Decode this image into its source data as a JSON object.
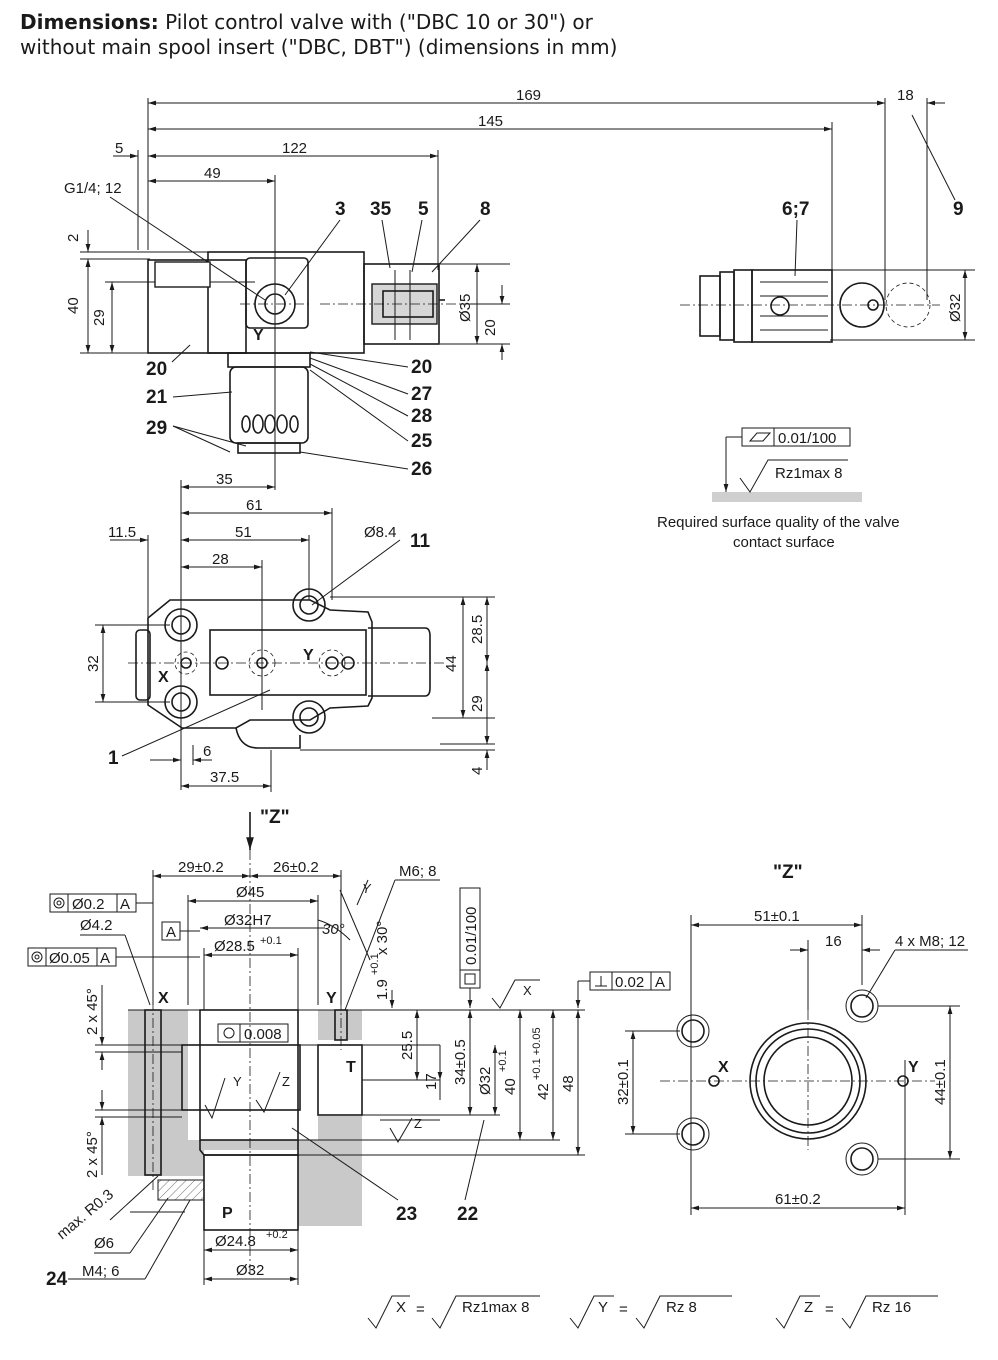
{
  "heading": {
    "bold": "Dimensions:",
    "line1": " Pilot control valve with (\"DBC 10 or 30\") or",
    "line2": "without main spool insert (\"DBC, DBT\") (dimensions in mm)"
  },
  "top_view": {
    "dims": {
      "d169": "169",
      "d145": "145",
      "d18": "18",
      "d5": "5",
      "d122": "122",
      "d49": "49",
      "g14": "G1/4; 12",
      "d2": "2",
      "d40": "40",
      "d29": "29",
      "d35": "Ø35",
      "d20": "20",
      "d32": "Ø32"
    },
    "callouts": {
      "c3": "3",
      "c35": "35",
      "c5": "5",
      "c8": "8",
      "c67": "6;7",
      "c9": "9",
      "c20a": "20",
      "c20b": "20",
      "c21": "21",
      "c27": "27",
      "c28": "28",
      "c29": "29",
      "c25": "25",
      "c26": "26",
      "y": "Y"
    }
  },
  "surface": {
    "flatness": "0.01/100",
    "roughness": "Rz1max 8",
    "caption1": "Required surface quality of the valve",
    "caption2": "contact surface"
  },
  "plan_view": {
    "dims": {
      "d35": "35",
      "d61": "61",
      "d115": "11.5",
      "d51": "51",
      "d84": "Ø8.4",
      "d28": "28",
      "d32": "32",
      "d285": "28.5",
      "d44": "44",
      "d29": "29",
      "d6": "6",
      "d375": "37.5",
      "d4": "4"
    },
    "callouts": {
      "c11": "11",
      "c1": "1",
      "x": "X",
      "y": "Y"
    }
  },
  "section": {
    "z_marker": "\"Z\"",
    "dims": {
      "d29": "29±0.2",
      "d26": "26±0.2",
      "d45": "Ø45",
      "m68": "M6; 8",
      "tol02": "Ø0.2",
      "datA": "A",
      "d42": "Ø4.2",
      "d32h7": "Ø32H7",
      "d285": "Ø28.5",
      "tol01": "+0.1",
      "tol005": "Ø0.05",
      "a30": "30°",
      "d19": "1.9",
      "d19t": "+0.1",
      "d19x": "x 30°",
      "flat": "0.01/100",
      "perp": "0.02",
      "circ": "0.008",
      "d255": "25.5",
      "d17": "17",
      "d34": "34±0.5",
      "d32": "Ø32",
      "d40": "40",
      "d40t": "+0.1",
      "d42t": "42",
      "d42tol": "+0.1\n+0.05",
      "d48": "48",
      "c45a": "2 x 45°",
      "c45b": "2 x 45°",
      "r03": "max. R0.3",
      "d6": "Ø6",
      "m46": "M4; 6",
      "d248": "Ø24.8",
      "d248t": "+0.2",
      "d32b": "Ø32"
    },
    "labels": {
      "x": "X",
      "y": "Y",
      "t": "T",
      "p": "P",
      "z": "Z",
      "ysec": "Y",
      "zsec": "Z",
      "c23": "23",
      "c22": "22",
      "c24": "24",
      "xs": "X"
    }
  },
  "z_view": {
    "title": "\"Z\"",
    "dims": {
      "d51": "51±0.1",
      "d16": "16",
      "m8": "4 x M8; 12",
      "d32": "32±0.1",
      "d44": "44±0.1",
      "d61": "61±0.2"
    },
    "labels": {
      "x": "X",
      "y": "Y"
    }
  },
  "legend": {
    "x": "X",
    "eq": "=",
    "xv": "Rz1max 8",
    "y": "Y",
    "yv": "Rz 8",
    "z": "Z",
    "zv": "Rz 16"
  }
}
